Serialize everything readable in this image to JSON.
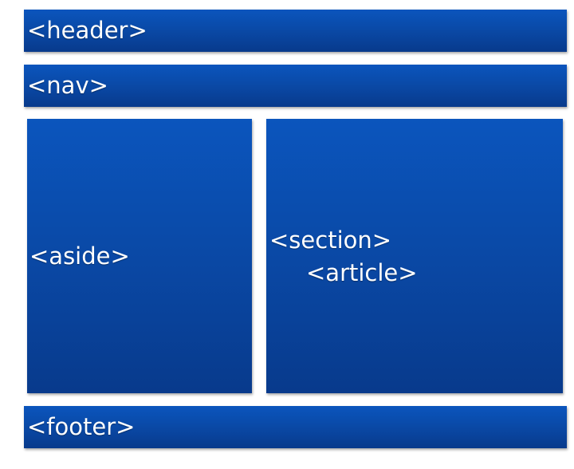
{
  "diagram": {
    "header": "<header>",
    "nav": "<nav>",
    "aside": "<aside>",
    "section": "<section>",
    "article": "<article>",
    "footer": "<footer>"
  },
  "colors": {
    "box_top": "#0b55bd",
    "box_bottom": "#083a8c",
    "text": "#ffffff",
    "background": "#ffffff"
  }
}
